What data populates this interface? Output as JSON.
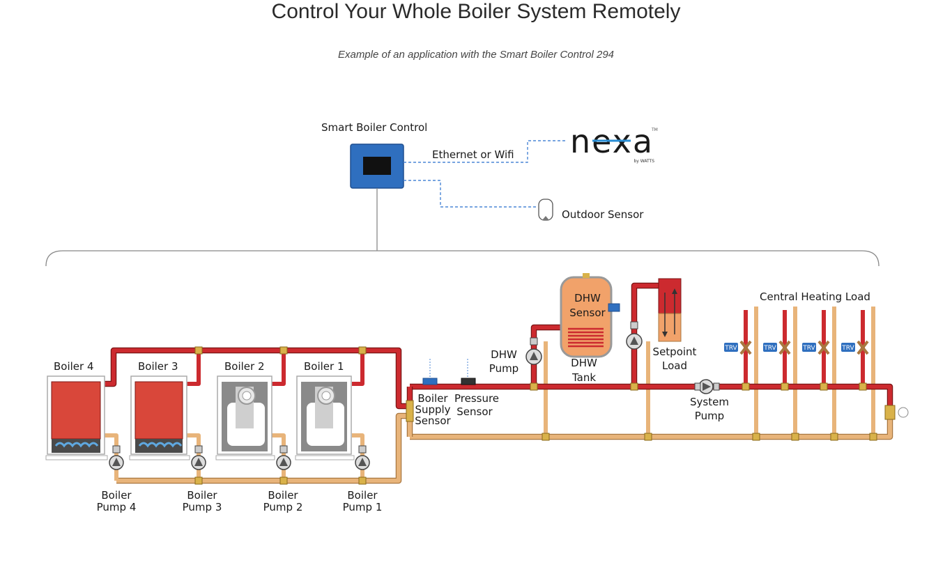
{
  "header": {
    "title": "Control Your Whole Boiler System Remotely",
    "subtitle": "Example of an application with the Smart Boiler Control 294"
  },
  "controller": {
    "label": "Smart Boiler Control"
  },
  "connection": {
    "label": "Ethernet or Wifi"
  },
  "brand": {
    "logo_text": "nexa",
    "logo_sub": "by WATTS",
    "trademark": "TM"
  },
  "outdoor_sensor": {
    "label": "Outdoor Sensor"
  },
  "boilers": [
    {
      "label": "Boiler 4",
      "pump_line1": "Boiler",
      "pump_line2": "Pump 4"
    },
    {
      "label": "Boiler 3",
      "pump_line1": "Boiler",
      "pump_line2": "Pump 3"
    },
    {
      "label": "Boiler 2",
      "pump_line1": "Boiler",
      "pump_line2": "Pump 2"
    },
    {
      "label": "Boiler 1",
      "pump_line1": "Boiler",
      "pump_line2": "Pump 1"
    }
  ],
  "sensors": {
    "supply_line1": "Boiler",
    "supply_line2": "Supply",
    "supply_line3": "Sensor",
    "pressure_line1": "Pressure",
    "pressure_line2": "Sensor",
    "dhw_line1": "DHW",
    "dhw_line2": "Sensor"
  },
  "dhw": {
    "pump_line1": "DHW",
    "pump_line2": "Pump",
    "tank_line1": "DHW",
    "tank_line2": "Tank"
  },
  "setpoint": {
    "line1": "Setpoint",
    "line2": "Load"
  },
  "system_pump": {
    "line1": "System",
    "line2": "Pump"
  },
  "central_heating": {
    "label": "Central Heating Load",
    "trv_label": "TRV"
  },
  "colors": {
    "supply": "#cc2a2f",
    "return": "#e8b47a",
    "controller": "#2f6fbf",
    "boiler_fire": "#d9473a"
  }
}
